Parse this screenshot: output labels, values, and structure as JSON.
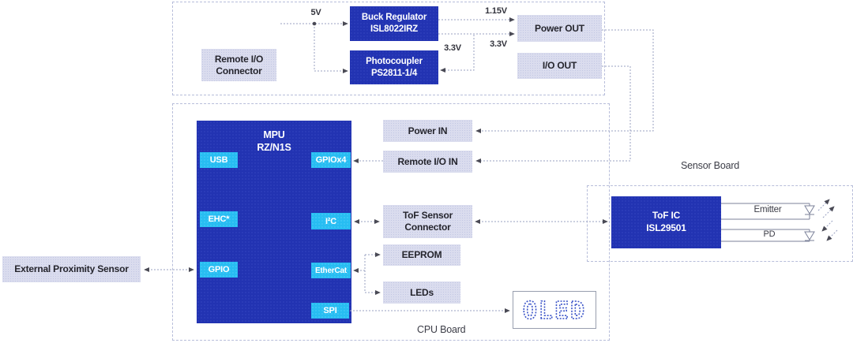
{
  "power_section": {
    "remote_io_connector": [
      "Remote I/O",
      "Connector"
    ],
    "buck_regulator": [
      "Buck Regulator",
      "ISL8022IRZ"
    ],
    "photocoupler": [
      "Photocoupler",
      "PS2811-1/4"
    ],
    "power_out": "Power OUT",
    "io_out": "I/O OUT",
    "v5": "5V",
    "v1_15": "1.15V",
    "v3_3_out": "3.3V",
    "v3_3_photo": "3.3V"
  },
  "cpu_board": {
    "caption": "CPU Board",
    "mpu": [
      "MPU",
      "RZ/N1S"
    ],
    "ports": {
      "usb": "USB",
      "ehc": "EHC*",
      "gpio": "GPIO",
      "gpiox4": "GPIOx4",
      "i2c": "I²C",
      "ethercat": "EtherCat",
      "spi": "SPI"
    },
    "power_in": "Power IN",
    "remote_io_in": "Remote I/O IN",
    "tof_connector": [
      "ToF Sensor",
      "Connector"
    ],
    "eeprom": "EEPROM",
    "leds": "LEDs",
    "oled": "OLED"
  },
  "sensor_board": {
    "caption": "Sensor Board",
    "tof_ic": [
      "ToF IC",
      "ISL29501"
    ],
    "emitter": "Emitter",
    "pd": "PD"
  },
  "external_sensor": "External Proximity Sensor",
  "colors": {
    "dark_blue": "#2233b2",
    "cyan": "#27bdf2",
    "light_box": "#dadcee",
    "wire": "#98a0c0",
    "arrow": "#4a4a55",
    "oled_text": "#3c55c8"
  }
}
